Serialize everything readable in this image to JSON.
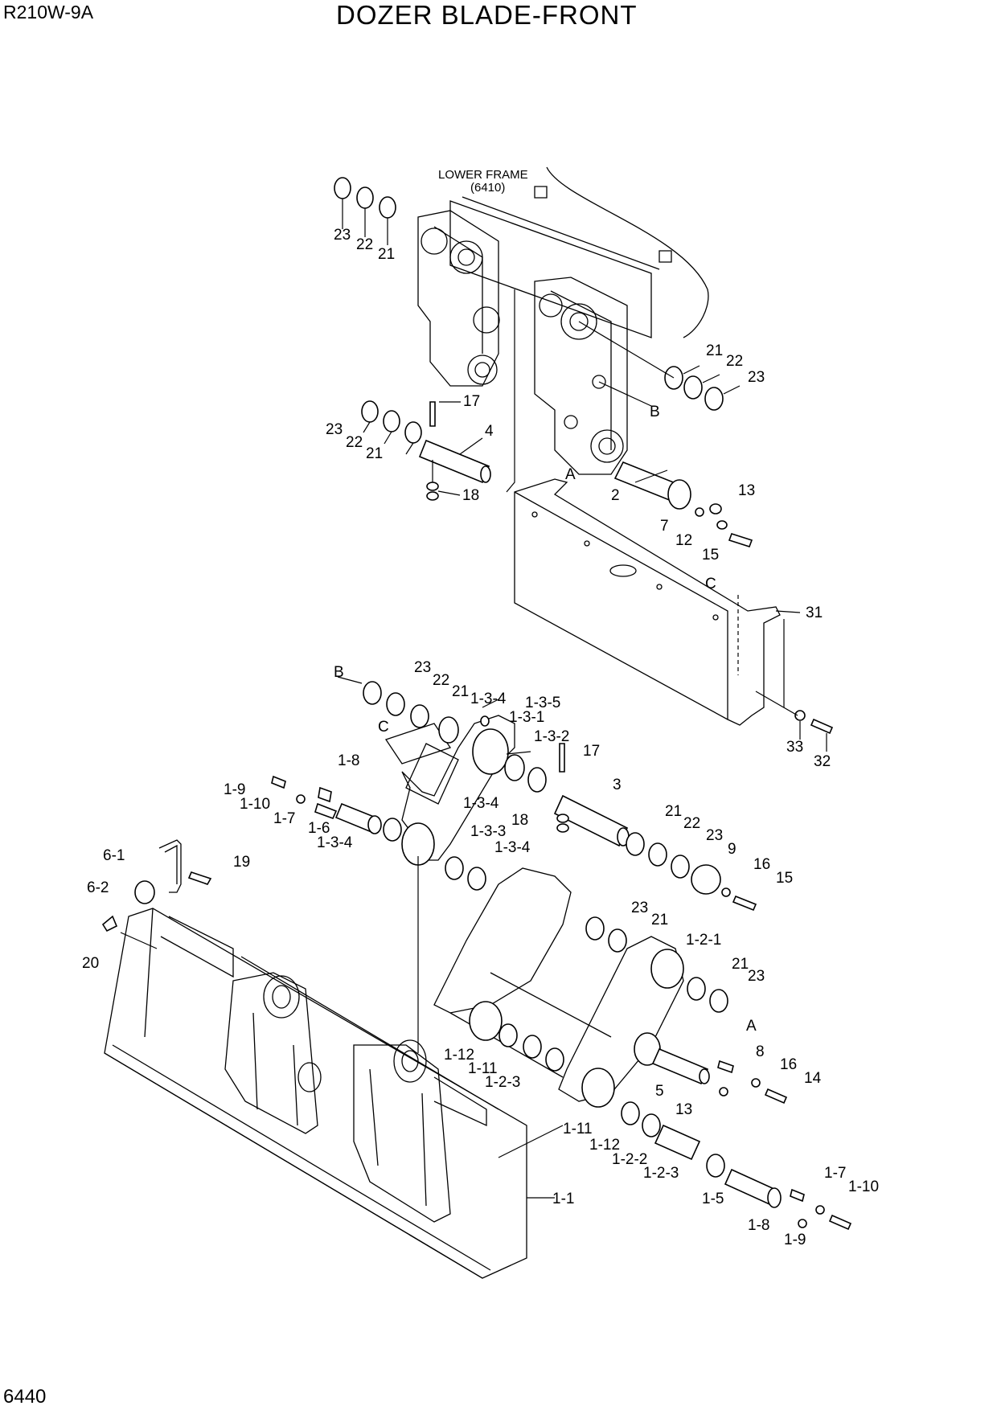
{
  "header": {
    "model": "R210W-9A",
    "title": "DOZER BLADE-FRONT",
    "page_number": "6440"
  },
  "reference": {
    "line1": "LOWER FRAME",
    "line2": "(6410)"
  },
  "callouts": {
    "c1": "23",
    "c2": "22",
    "c3": "21",
    "c4": "21",
    "c5": "22",
    "c6": "23",
    "c7": "B",
    "c8": "17",
    "c9": "4",
    "c10": "23",
    "c11": "22",
    "c12": "21",
    "c13": "18",
    "c14": "A",
    "c15": "2",
    "c16": "13",
    "c17": "7",
    "c18": "12",
    "c19": "15",
    "c20": "C",
    "c21": "31",
    "c22": "33",
    "c23": "32",
    "c24": "B",
    "c25": "23",
    "c26": "22",
    "c27": "21",
    "c28": "1-3-4",
    "c29": "1-3-5",
    "c30": "C",
    "c31": "1-3-1",
    "c32": "1-3-2",
    "c33": "17",
    "c34": "1-8",
    "c35": "1-9",
    "c36": "1-10",
    "c37": "1-7",
    "c38": "1-6",
    "c39": "1-3-4",
    "c40": "1-3-4",
    "c41": "3",
    "c42": "18",
    "c43": "21",
    "c44": "22",
    "c45": "23",
    "c46": "9",
    "c47": "1-3-3",
    "c48": "1-3-4",
    "c49": "16",
    "c50": "15",
    "c51": "6-1",
    "c52": "19",
    "c53": "6-2",
    "c54": "20",
    "c55": "23",
    "c56": "21",
    "c57": "1-2-1",
    "c58": "21",
    "c59": "23",
    "c60": "A",
    "c61": "1-12",
    "c62": "1-11",
    "c63": "1-2-3",
    "c64": "8",
    "c65": "16",
    "c66": "14",
    "c67": "5",
    "c68": "13",
    "c69": "1-11",
    "c70": "1-12",
    "c71": "1-2-2",
    "c72": "1-2-3",
    "c73": "1-7",
    "c74": "1-10",
    "c75": "1-5",
    "c76": "1-8",
    "c77": "1-9",
    "c78": "1-1"
  }
}
